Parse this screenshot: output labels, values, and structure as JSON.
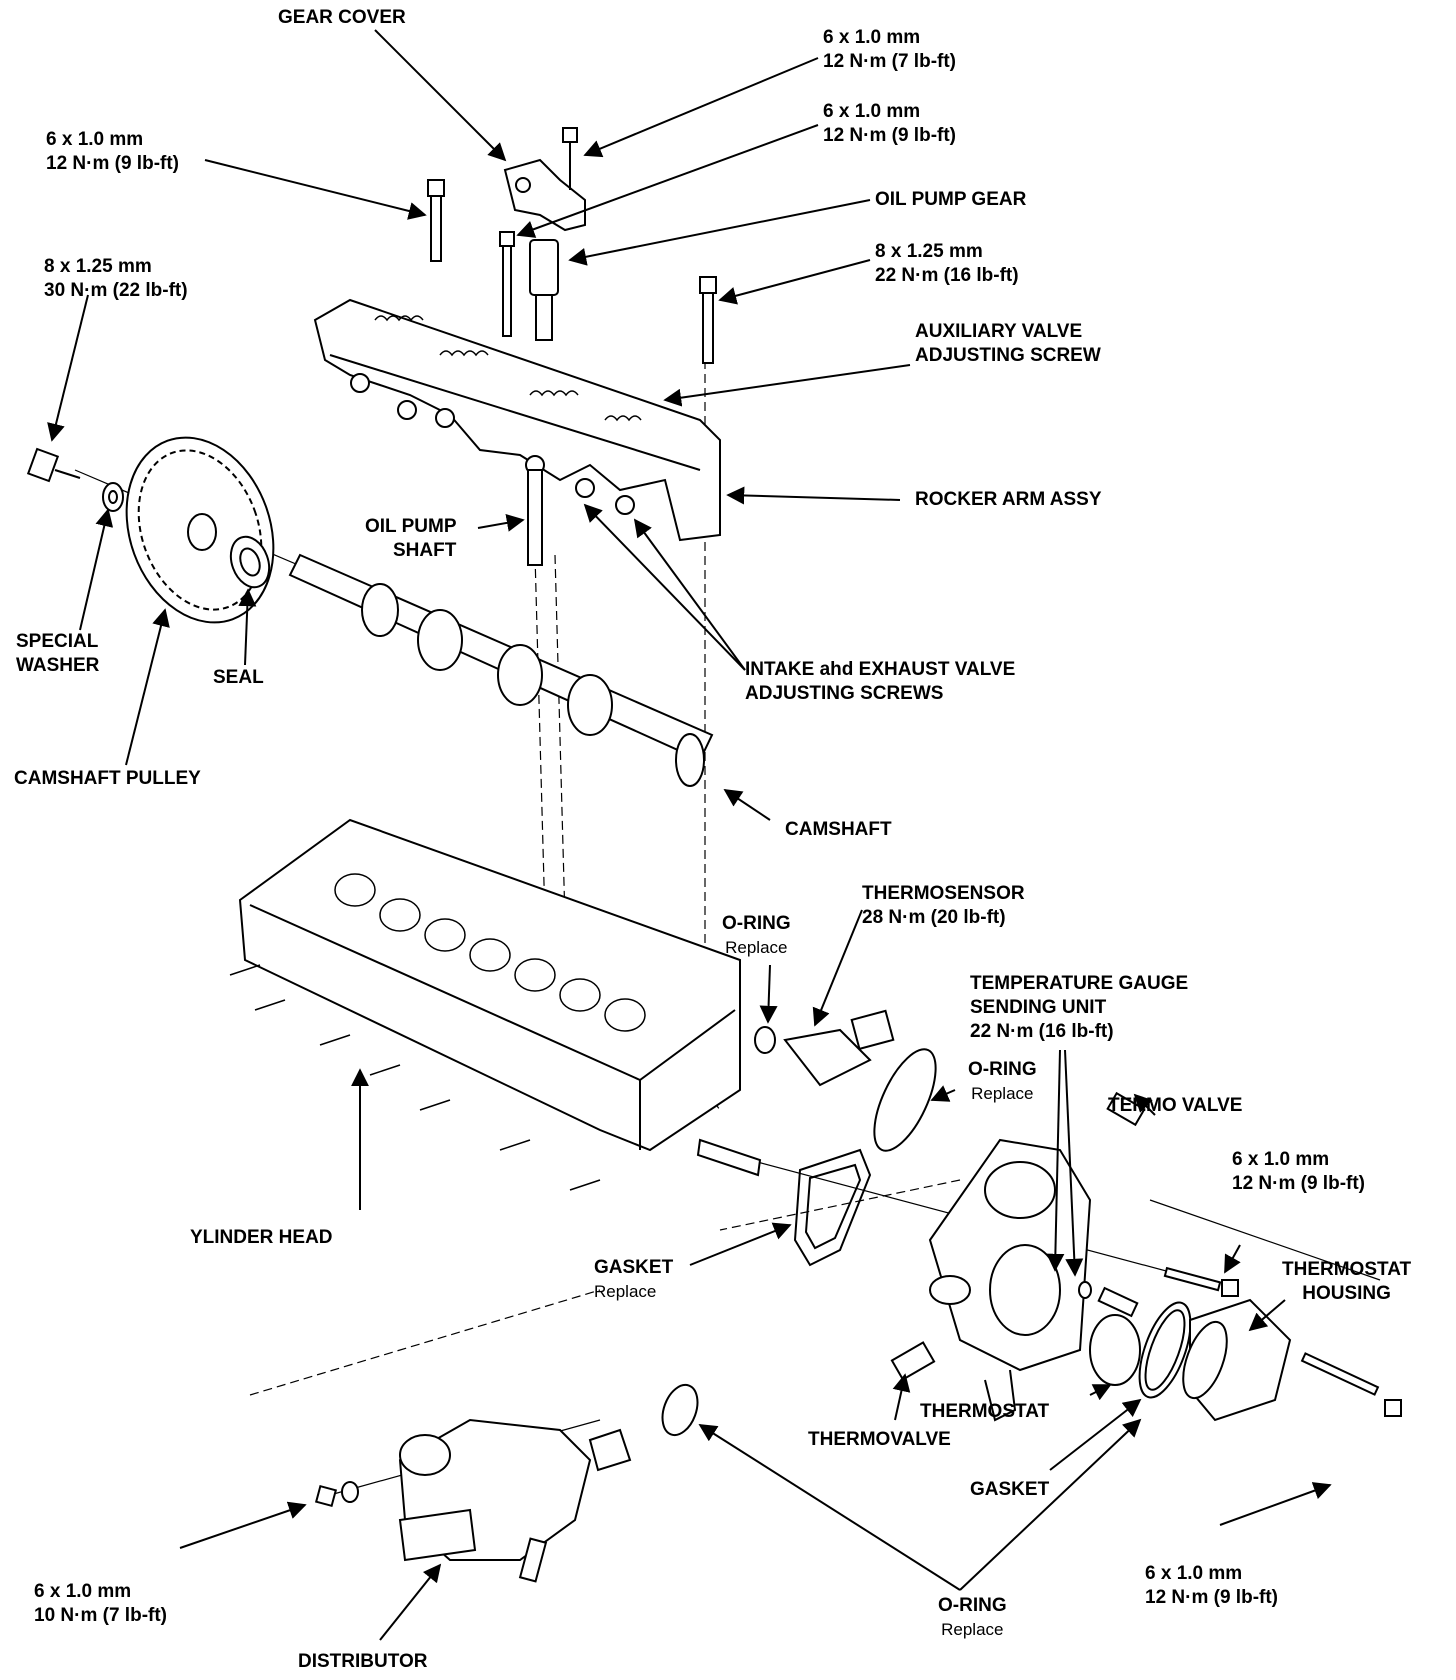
{
  "labels": {
    "gear_cover": "GEAR COVER",
    "bolt_top_1": [
      "6 x 1.0 mm",
      "12 N·m (7 lb-ft)"
    ],
    "bolt_top_2": [
      "6 x 1.0 mm",
      "12 N·m (9 lb-ft)"
    ],
    "bolt_left": [
      "6 x 1.0 mm",
      "12 N·m (9 lb-ft)"
    ],
    "oil_pump_gear": "OIL PUMP GEAR",
    "bolt_8_right": [
      "8 x 1.25 mm",
      "22 N·m (16 lb-ft)"
    ],
    "bolt_8_left": [
      "8 x 1.25 mm",
      "30 N·m (22 lb-ft)"
    ],
    "aux_valve": [
      "AUXILIARY VALVE",
      "ADJUSTING SCREW"
    ],
    "rocker_arm": "ROCKER ARM ASSY",
    "oil_pump_shaft": [
      "OIL PUMP",
      "SHAFT"
    ],
    "special_washer": [
      "SPECIAL",
      "WASHER"
    ],
    "seal": "SEAL",
    "intake_exhaust": [
      "INTAKE ahd EXHAUST VALVE",
      "ADJUSTING SCREWS"
    ],
    "camshaft_pulley": "CAMSHAFT PULLEY",
    "camshaft": "CAMSHAFT",
    "thermosensor": [
      "THERMOSENSOR",
      "28 N·m (20 lb-ft)"
    ],
    "oring_1": [
      "O-RING",
      "Replace"
    ],
    "temp_gauge": [
      "TEMPERATURE GAUGE",
      "SENDING UNIT",
      "22 N·m (16 lb-ft)"
    ],
    "oring_2": [
      "O-RING",
      "Replace"
    ],
    "termo_valve": "TERMO VALVE",
    "bolt_right_1": [
      "6 x 1.0 mm",
      "12 N·m (9 lb-ft)"
    ],
    "ylinder_head": "YLINDER HEAD",
    "gasket_1": [
      "GASKET",
      "Replace"
    ],
    "thermostat_housing": [
      "THERMOSTAT",
      "HOUSING"
    ],
    "thermostat": "THERMOSTAT",
    "thermovalve": "THERMOVALVE",
    "gasket_2": "GASKET",
    "bolt_bottom_left": [
      "6 x 1.0 mm",
      "10 N·m (7 lb-ft)"
    ],
    "oring_3": [
      "O-RING",
      "Replace"
    ],
    "bolt_bottom_right": [
      "6 x 1.0 mm",
      "12 N·m (9 lb-ft)"
    ],
    "distributor": "DISTRIBUTOR"
  }
}
